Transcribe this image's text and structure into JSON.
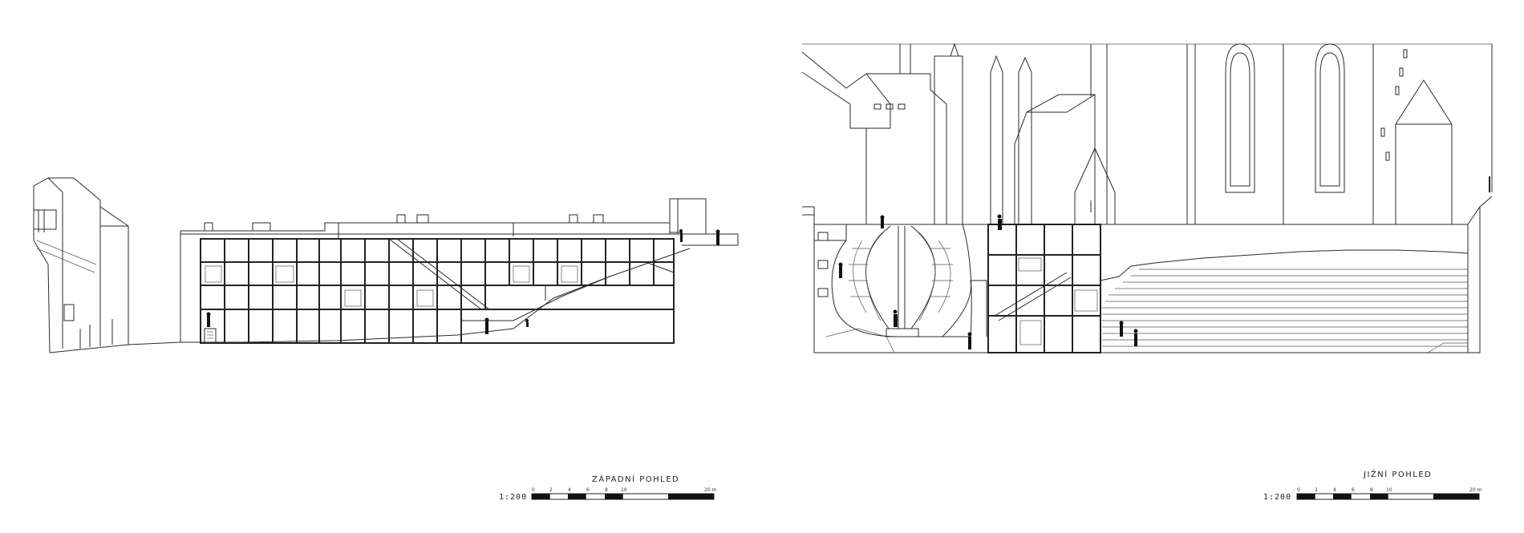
{
  "drawings": [
    {
      "title": "ZÁPADNÍ POHLED",
      "scale_ratio": "1:200",
      "scale_ticks": [
        "0",
        "2",
        "4",
        "6",
        "8",
        "10",
        "20 m"
      ]
    },
    {
      "title": "JIŽNÍ POHLED",
      "scale_ratio": "1:200",
      "scale_ticks": [
        "0",
        "2",
        "4",
        "6",
        "8",
        "10",
        "20 m"
      ]
    }
  ]
}
